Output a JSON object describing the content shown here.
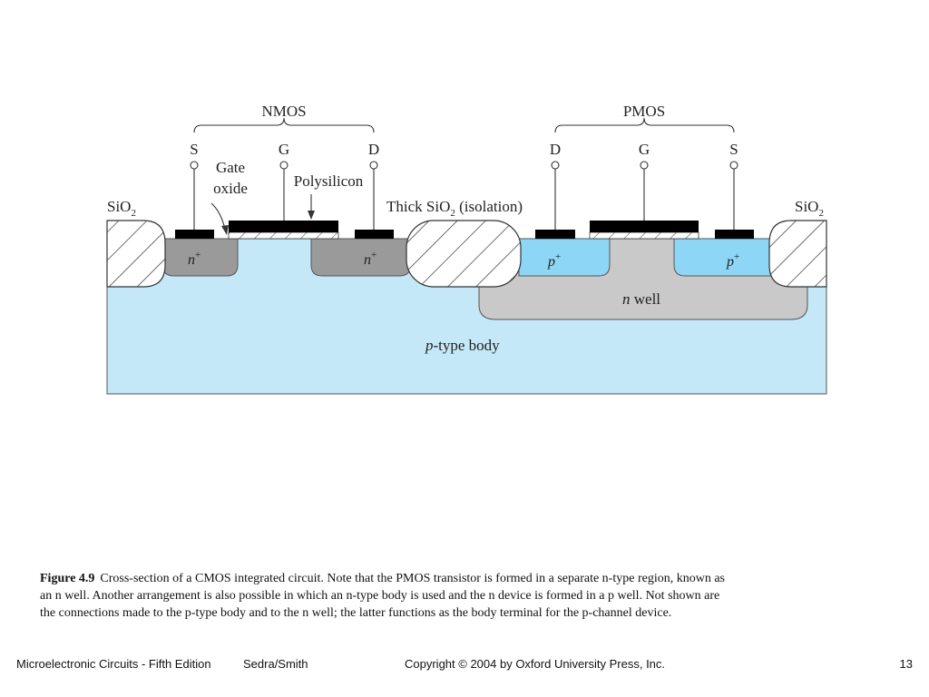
{
  "diagram": {
    "nmos_label": "NMOS",
    "pmos_label": "PMOS",
    "nmos_terminals": [
      "S",
      "G",
      "D"
    ],
    "pmos_terminals": [
      "D",
      "G",
      "S"
    ],
    "gate_oxide_line1": "Gate",
    "gate_oxide_line2": "oxide",
    "polysilicon": "Polysilicon",
    "sio2_left": "SiO",
    "sio2_right": "SiO",
    "sio2_sub": "2",
    "thick_oxide_prefix": "Thick SiO",
    "thick_oxide_sub": "2",
    "thick_oxide_suffix": " (isolation)",
    "n_plus": "n",
    "p_plus": "p",
    "plus_sup": "+",
    "n_well_italic": "n",
    "n_well_text": " well",
    "p_body_italic": "p",
    "p_body_text": "-type body",
    "colors": {
      "p_body": "#c5e8f8",
      "n_well": "#c9c9c9",
      "n_plus": "#9a9a9a",
      "p_plus": "#8dd6f5",
      "metal": "#000000",
      "oxide": "#ffffff"
    }
  },
  "caption": {
    "figure_number": "Figure 4.9",
    "text": "Cross-section of a CMOS integrated circuit. Note that the PMOS transistor is formed in a separate n-type region, known as an n well. Another arrangement is also possible in which an n-type body is used and the n device is formed in a p well. Not shown are the connections made to the p-type body and to the n well; the latter functions as the body terminal for the p-channel device."
  },
  "footer": {
    "book": "Microelectronic Circuits - Fifth Edition",
    "authors": "Sedra/Smith",
    "copyright": "Copyright © 2004 by Oxford University Press, Inc.",
    "page": "13"
  }
}
